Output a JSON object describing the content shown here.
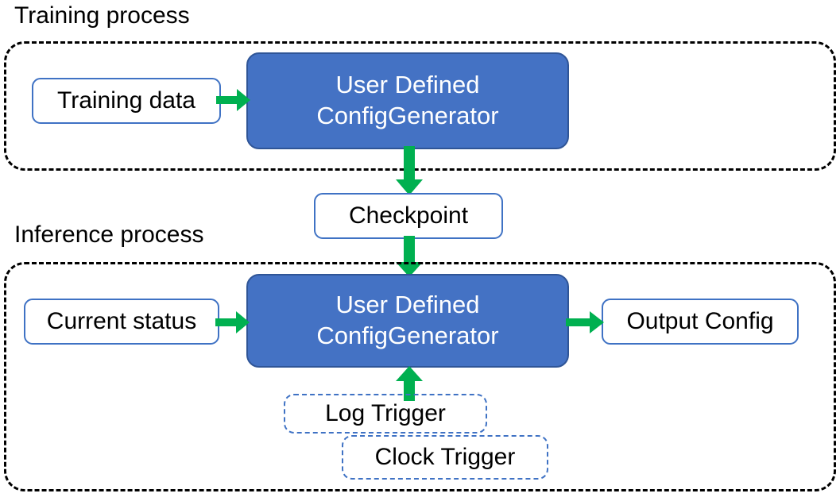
{
  "diagram": {
    "title_training": "Training process",
    "title_inference": "Inference process",
    "accent_blue": "#4472c4",
    "accent_blue_border": "#2f5597",
    "outline_blue": "#3f72c4",
    "arrow_green": "#00b050",
    "container_stroke": "#000000",
    "background": "#ffffff"
  },
  "training": {
    "label": "Training process",
    "nodes": {
      "data": "Training data",
      "generator": "User Defined\nConfigGenerator",
      "generator_line1": "User Defined",
      "generator_line2": "ConfigGenerator"
    }
  },
  "bridge": {
    "checkpoint": "Checkpoint"
  },
  "inference": {
    "label": "Inference process",
    "nodes": {
      "status": "Current status",
      "generator_line1": "User Defined",
      "generator_line2": "ConfigGenerator",
      "output": "Output Config",
      "log_trigger": "Log Trigger",
      "clock_trigger": "Clock Trigger"
    }
  },
  "icons": {
    "arrow_right": "arrow-right-icon",
    "arrow_down": "arrow-down-icon",
    "arrow_up": "arrow-up-icon"
  }
}
